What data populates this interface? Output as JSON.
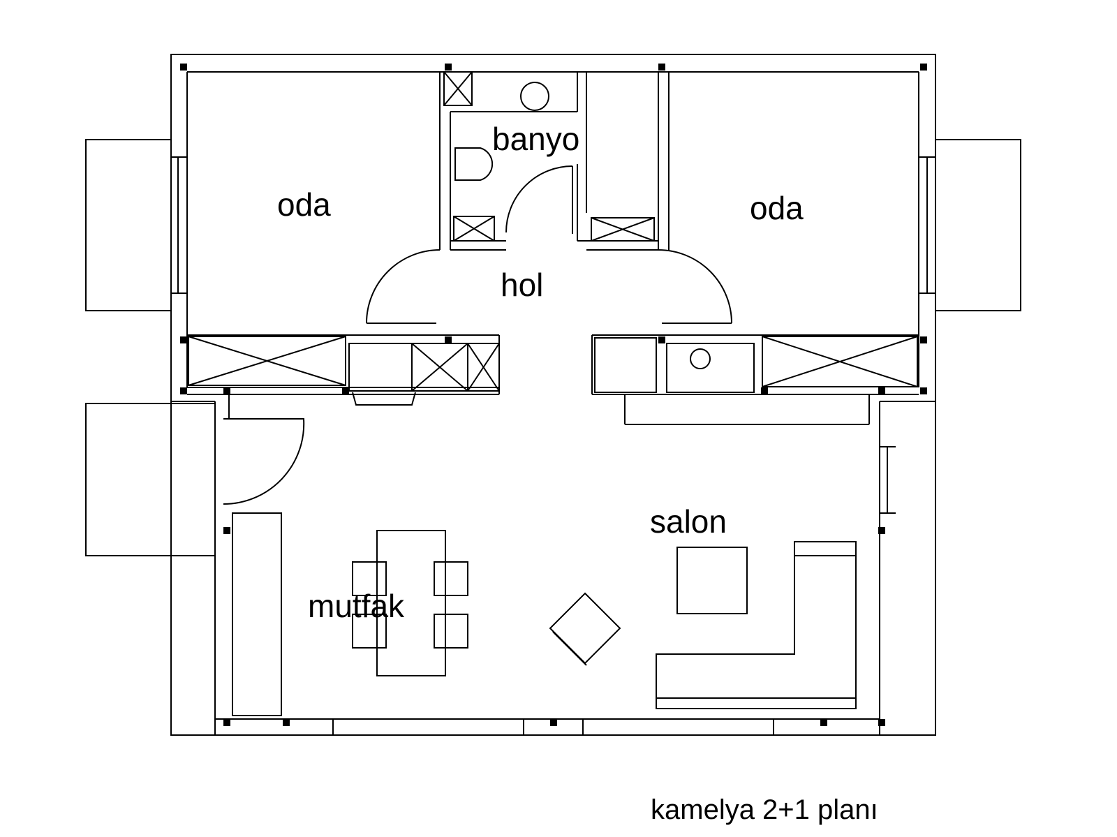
{
  "rooms": {
    "oda_left": "oda",
    "banyo": "banyo",
    "oda_right": "oda",
    "hol": "hol",
    "salon": "salon",
    "mutfak": "mutfak"
  },
  "caption": "kamelya 2+1 planı",
  "colors": {
    "line": "#000000",
    "background": "#ffffff"
  }
}
